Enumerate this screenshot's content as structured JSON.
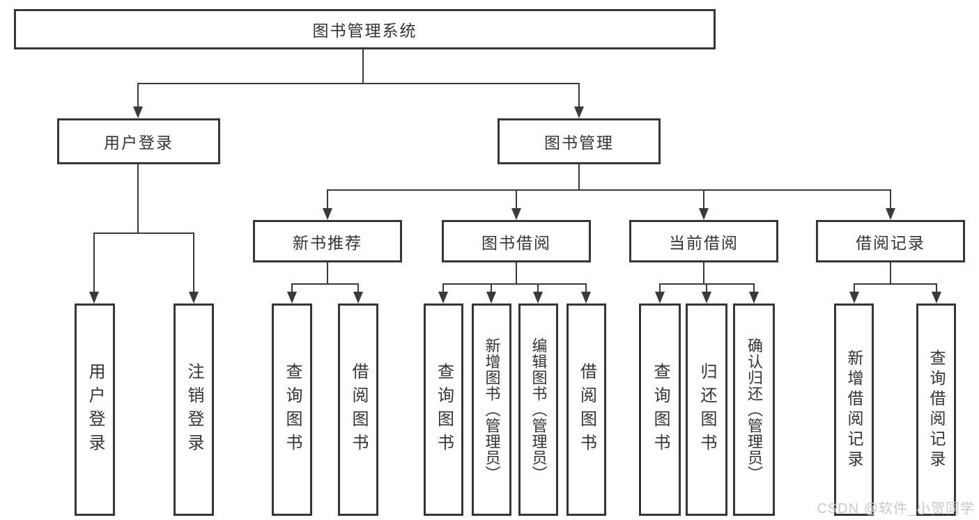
{
  "diagram": {
    "root": "图书管理系统",
    "login_branch": {
      "label": "用户登录",
      "children": [
        "用户登录",
        "注销登录"
      ]
    },
    "management_branch": {
      "label": "图书管理",
      "sections": [
        {
          "label": "新书推荐",
          "children": [
            "查询图书",
            "借阅图书"
          ]
        },
        {
          "label": "图书借阅",
          "children": [
            "查询图书",
            "新增图书（管理员）",
            "编辑图书（管理员）",
            "借阅图书"
          ]
        },
        {
          "label": "当前借阅",
          "children": [
            "查询图书",
            "归还图书",
            "确认归还（管理员）"
          ]
        },
        {
          "label": "借阅记录",
          "children": [
            "新增借阅记录",
            "查询借阅记录"
          ]
        }
      ]
    }
  },
  "watermark": "CSDN @软件_小贺同学",
  "colors": {
    "line": "#3a3a3a",
    "box_border": "#363636",
    "box_fill": "#ffffff",
    "text": "#333333",
    "watermark_text": "#c9c9c9",
    "background": "#ffffff"
  }
}
